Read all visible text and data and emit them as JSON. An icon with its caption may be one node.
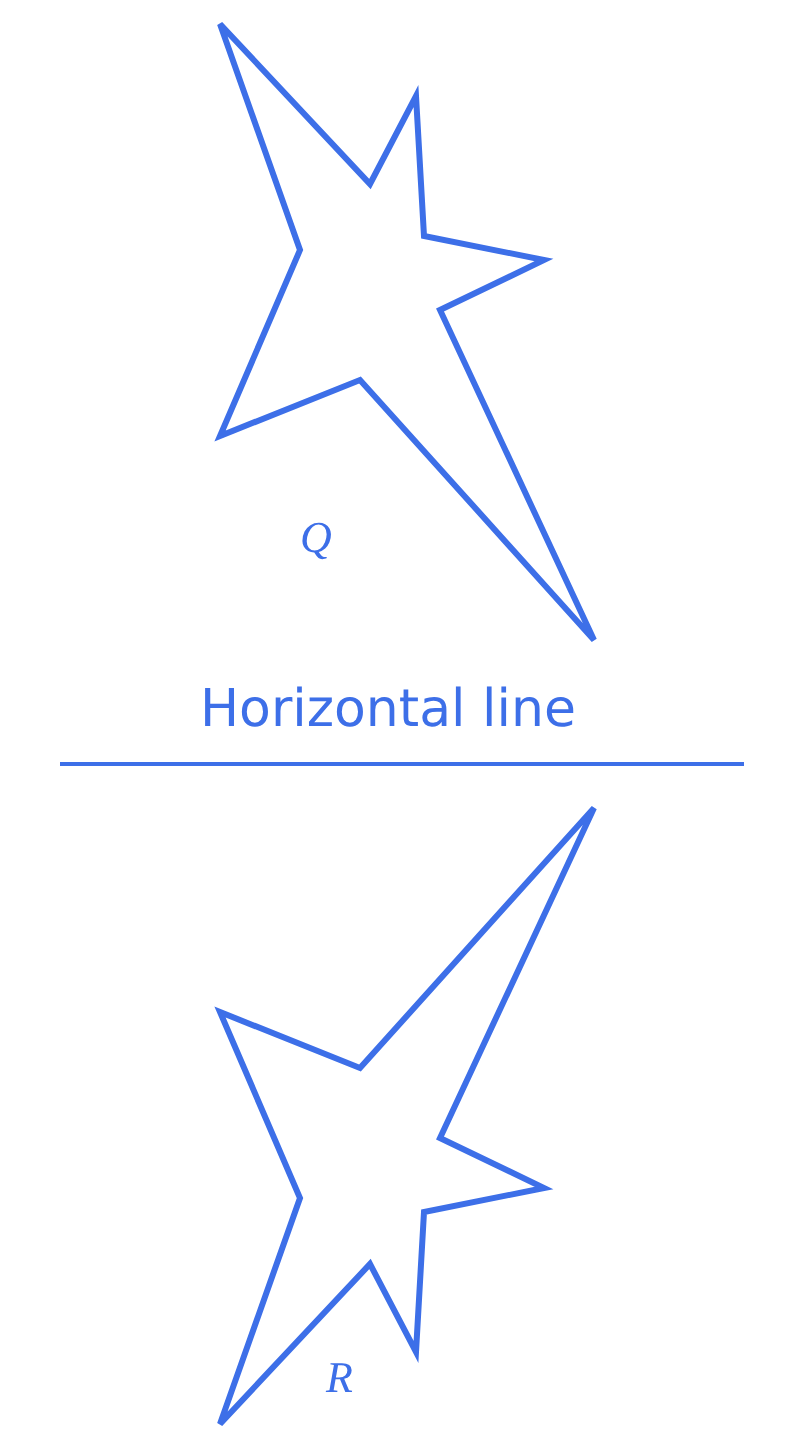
{
  "diagram": {
    "labels": [
      "Q",
      "Horizontal line",
      "R"
    ]
  }
}
